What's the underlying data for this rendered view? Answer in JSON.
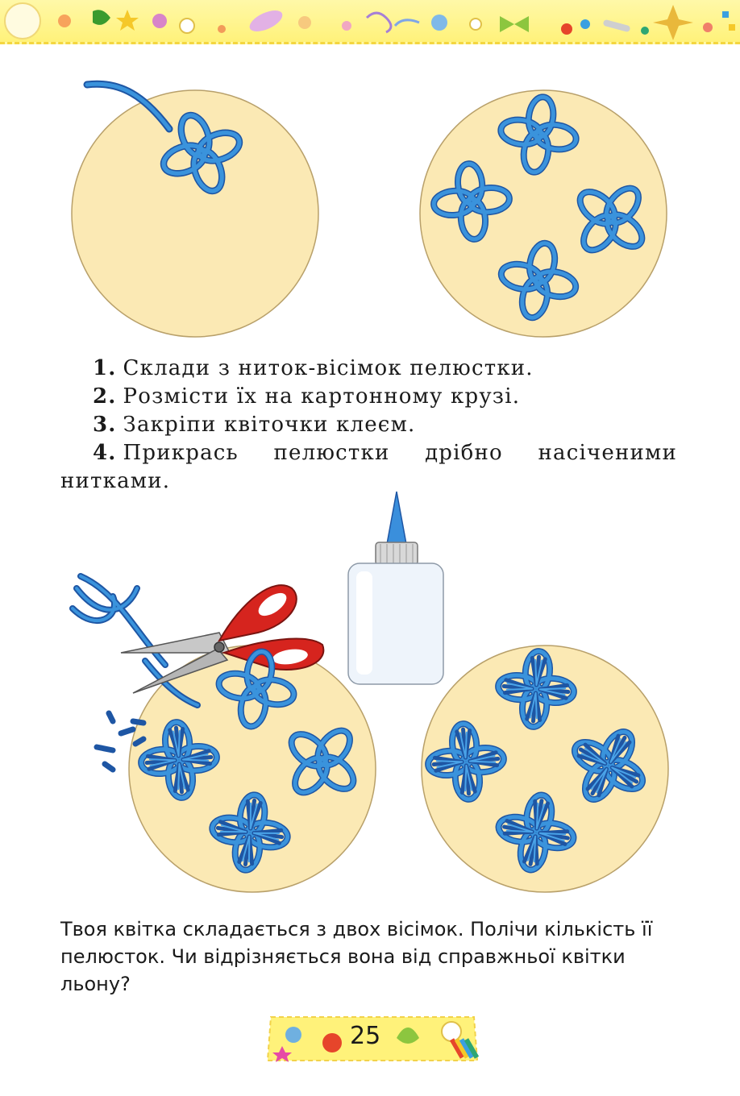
{
  "colors": {
    "card": "#fbe9b4",
    "thread": "#2f83cf",
    "thread_dark": "#1e56a4",
    "banner": "#fff27a"
  },
  "instructions": [
    {
      "num": "1.",
      "text": "Склади з ниток-вісімок пелюстки."
    },
    {
      "num": "2.",
      "text": "Розмісти їх на картонному крузі."
    },
    {
      "num": "3.",
      "text": "Закріпи квіточки клеєм."
    },
    {
      "num": "4.",
      "text": "Прикрась пелюстки дрібно насіченими нитками."
    }
  ],
  "question": "Твоя квітка складається з двох вісімок. Полічи кількість її пелюсток. Чи відрізняється вона від справжньої квітки льону?",
  "page_number": "25"
}
